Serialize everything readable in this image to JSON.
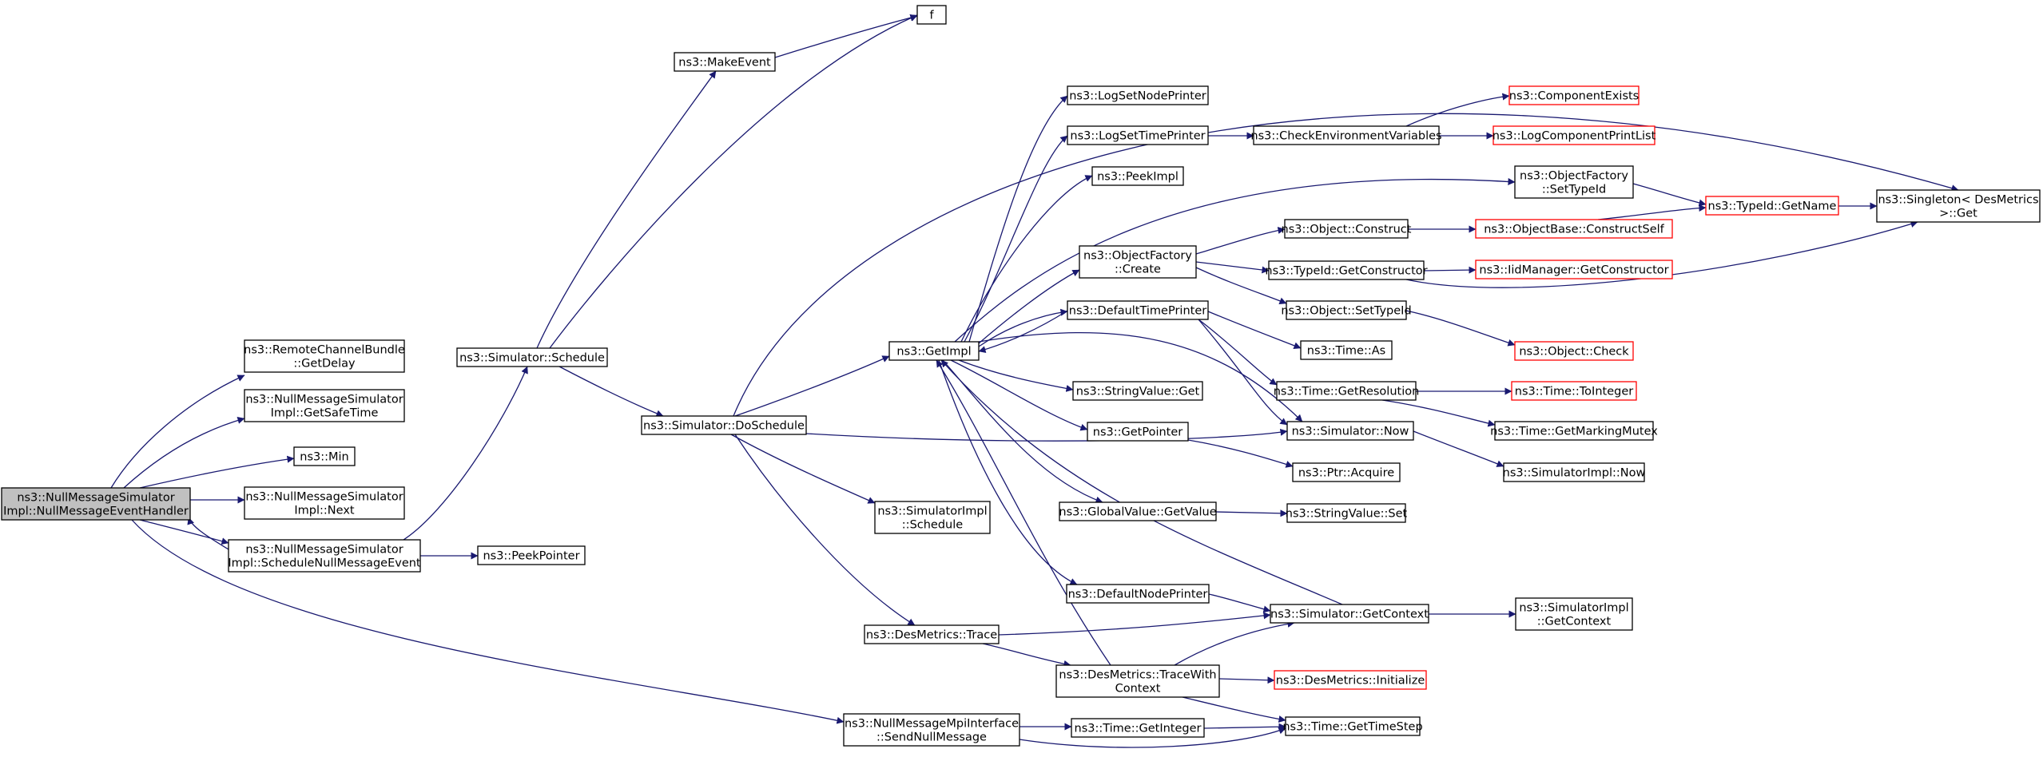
{
  "colors": {
    "edge": "#191970",
    "highlight_fill": "#c0c0c0",
    "truncated_border": "#ff0000",
    "node_border": "#000000"
  },
  "nodes": [
    {
      "id": "root",
      "lines": [
        "ns3::NullMessageSimulator",
        "Impl::NullMessageEventHandler"
      ],
      "style": "highlight"
    },
    {
      "id": "getdelay",
      "lines": [
        "ns3::RemoteChannelBundle",
        "::GetDelay"
      ]
    },
    {
      "id": "getsafetime",
      "lines": [
        "ns3::NullMessageSimulator",
        "Impl::GetSafeTime"
      ]
    },
    {
      "id": "min",
      "lines": [
        "ns3::Min"
      ]
    },
    {
      "id": "next",
      "lines": [
        "ns3::NullMessageSimulator",
        "Impl::Next"
      ]
    },
    {
      "id": "schednull",
      "lines": [
        "ns3::NullMessageSimulator",
        "Impl::ScheduleNullMessageEvent"
      ]
    },
    {
      "id": "peekpointer",
      "lines": [
        "ns3::PeekPointer"
      ]
    },
    {
      "id": "simschedule",
      "lines": [
        "ns3::Simulator::Schedule"
      ]
    },
    {
      "id": "makeevent",
      "lines": [
        "ns3::MakeEvent"
      ]
    },
    {
      "id": "f",
      "lines": [
        "f"
      ]
    },
    {
      "id": "doschedule",
      "lines": [
        "ns3::Simulator::DoSchedule"
      ]
    },
    {
      "id": "getimpl",
      "lines": [
        "ns3::GetImpl"
      ]
    },
    {
      "id": "simimplschedule",
      "lines": [
        "ns3::SimulatorImpl",
        "::Schedule"
      ]
    },
    {
      "id": "desmtrace",
      "lines": [
        "ns3::DesMetrics::Trace"
      ]
    },
    {
      "id": "sendnull",
      "lines": [
        "ns3::NullMessageMpiInterface",
        "::SendNullMessage"
      ]
    },
    {
      "id": "logsetnode",
      "lines": [
        "ns3::LogSetNodePrinter"
      ]
    },
    {
      "id": "logsettime",
      "lines": [
        "ns3::LogSetTimePrinter"
      ]
    },
    {
      "id": "peekimpl",
      "lines": [
        "ns3::PeekImpl"
      ]
    },
    {
      "id": "objfactcreate",
      "lines": [
        "ns3::ObjectFactory",
        "::Create"
      ]
    },
    {
      "id": "deftimeprinter",
      "lines": [
        "ns3::DefaultTimePrinter"
      ]
    },
    {
      "id": "strvalget",
      "lines": [
        "ns3::StringValue::Get"
      ]
    },
    {
      "id": "getpointer",
      "lines": [
        "ns3::GetPointer"
      ]
    },
    {
      "id": "globalgetvalue",
      "lines": [
        "ns3::GlobalValue::GetValue"
      ]
    },
    {
      "id": "defnodeprinter",
      "lines": [
        "ns3::DefaultNodePrinter"
      ]
    },
    {
      "id": "tracewithctx",
      "lines": [
        "ns3::DesMetrics::TraceWith",
        "Context"
      ]
    },
    {
      "id": "timegetinteger",
      "lines": [
        "ns3::Time::GetInteger"
      ]
    },
    {
      "id": "checkenv",
      "lines": [
        "ns3::CheckEnvironmentVariables"
      ]
    },
    {
      "id": "objconstruct",
      "lines": [
        "ns3::Object::Construct"
      ]
    },
    {
      "id": "typeidgetctor",
      "lines": [
        "ns3::TypeId::GetConstructor"
      ]
    },
    {
      "id": "objsettypeid",
      "lines": [
        "ns3::Object::SetTypeId"
      ]
    },
    {
      "id": "timeas",
      "lines": [
        "ns3::Time::As"
      ]
    },
    {
      "id": "timegetres",
      "lines": [
        "ns3::Time::GetResolution"
      ]
    },
    {
      "id": "simnow",
      "lines": [
        "ns3::Simulator::Now"
      ]
    },
    {
      "id": "ptracquire",
      "lines": [
        "ns3::Ptr::Acquire"
      ]
    },
    {
      "id": "strvalset",
      "lines": [
        "ns3::StringValue::Set"
      ]
    },
    {
      "id": "simgetctx",
      "lines": [
        "ns3::Simulator::GetContext"
      ]
    },
    {
      "id": "timegetstep",
      "lines": [
        "ns3::Time::GetTimeStep"
      ]
    },
    {
      "id": "objfactsettypeid",
      "lines": [
        "ns3::ObjectFactory",
        "::SetTypeId"
      ]
    },
    {
      "id": "compexists",
      "lines": [
        "ns3::ComponentExists"
      ],
      "style": "red"
    },
    {
      "id": "logcompprint",
      "lines": [
        "ns3::LogComponentPrintList"
      ],
      "style": "red"
    },
    {
      "id": "objbaseconstruct",
      "lines": [
        "ns3::ObjectBase::ConstructSelf"
      ],
      "style": "red"
    },
    {
      "id": "iidmgr",
      "lines": [
        "ns3::IidManager::GetConstructor"
      ],
      "style": "red"
    },
    {
      "id": "objcheck",
      "lines": [
        "ns3::Object::Check"
      ],
      "style": "red"
    },
    {
      "id": "timetoint",
      "lines": [
        "ns3::Time::ToInteger"
      ],
      "style": "red"
    },
    {
      "id": "getmarkingmutex",
      "lines": [
        "ns3::Time::GetMarkingMutex"
      ]
    },
    {
      "id": "simimplnow",
      "lines": [
        "ns3::SimulatorImpl::Now"
      ]
    },
    {
      "id": "simimplgetctx",
      "lines": [
        "ns3::SimulatorImpl",
        "::GetContext"
      ]
    },
    {
      "id": "desminit",
      "lines": [
        "ns3::DesMetrics::Initialize"
      ],
      "style": "red"
    },
    {
      "id": "typeidgetname",
      "lines": [
        "ns3::TypeId::GetName"
      ],
      "style": "red"
    },
    {
      "id": "singleton",
      "lines": [
        "ns3::Singleton< DesMetrics",
        ">::Get"
      ]
    }
  ]
}
